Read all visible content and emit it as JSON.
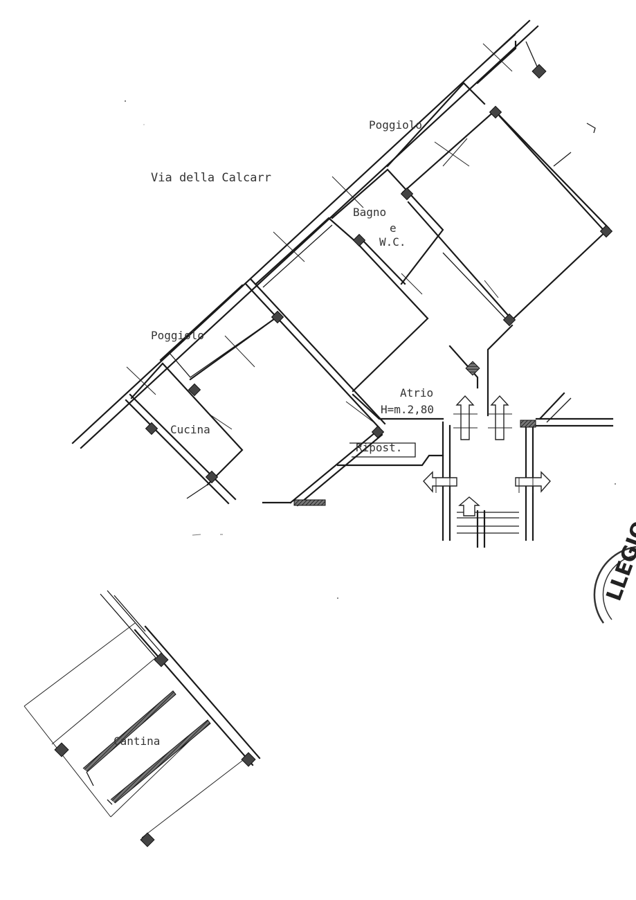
{
  "street": "Via della Calcarr",
  "rooms": {
    "poggiolo_top": "Poggiolo",
    "bagno_line1": "Bagno",
    "bagno_line2": "e",
    "bagno_line3": "W.C.",
    "poggiolo_left": "Poggiolo",
    "cucina": "Cucina",
    "atrio": "Atrio",
    "height": "H=m.2,80",
    "ripost": "Ripost.",
    "cantina": "Cantina"
  },
  "stamp": "LLEGIO",
  "colors": {
    "ink": "#1a1a1a",
    "paper": "#ffffff"
  }
}
